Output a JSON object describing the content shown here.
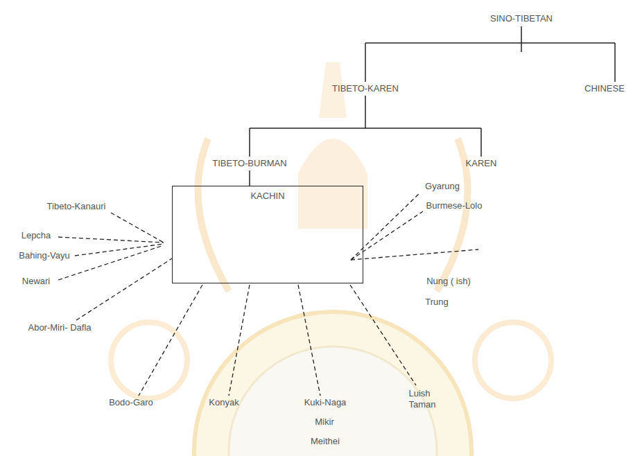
{
  "diagram": {
    "nodes": [
      {
        "text": [
          "KACHIN"
        ]
      }
    ],
    "edges": [],
    "labels": [
      "SINO-TIBETAN",
      "TIBETO-KAREN",
      "CHINESE",
      "TIBETO-BURMAN",
      "KAREN",
      "Tibeto-Kanauri",
      "Lepcha",
      "Bahing-Vayu",
      "Newari",
      "Abor-Miri- Dafla",
      "Gyarung",
      "Burmese-Lolo",
      "Nung ( ish)",
      "Trung",
      "Bodo-Garo",
      "Konyak",
      "Kuki-Naga",
      "Mikir",
      "Meithei",
      "Luish",
      "Taman"
    ]
  }
}
